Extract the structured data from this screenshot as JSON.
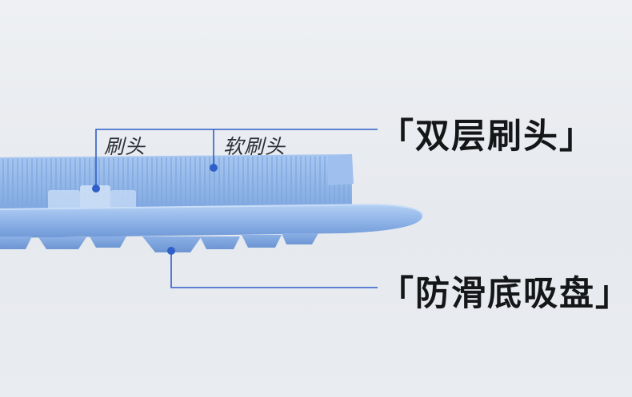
{
  "callouts": {
    "brush_head": "刷头",
    "soft_brush_head": "软刷头",
    "double_layer_brush_head": "「双层刷头」",
    "anti_slip_suction_cups": "「防滑底吸盘」"
  },
  "colors": {
    "brush_blue": "#8fb4e8",
    "brush_dark": "#6f98d6",
    "line_blue": "#2f5fc8",
    "dot_blue": "#2f5fc8"
  }
}
